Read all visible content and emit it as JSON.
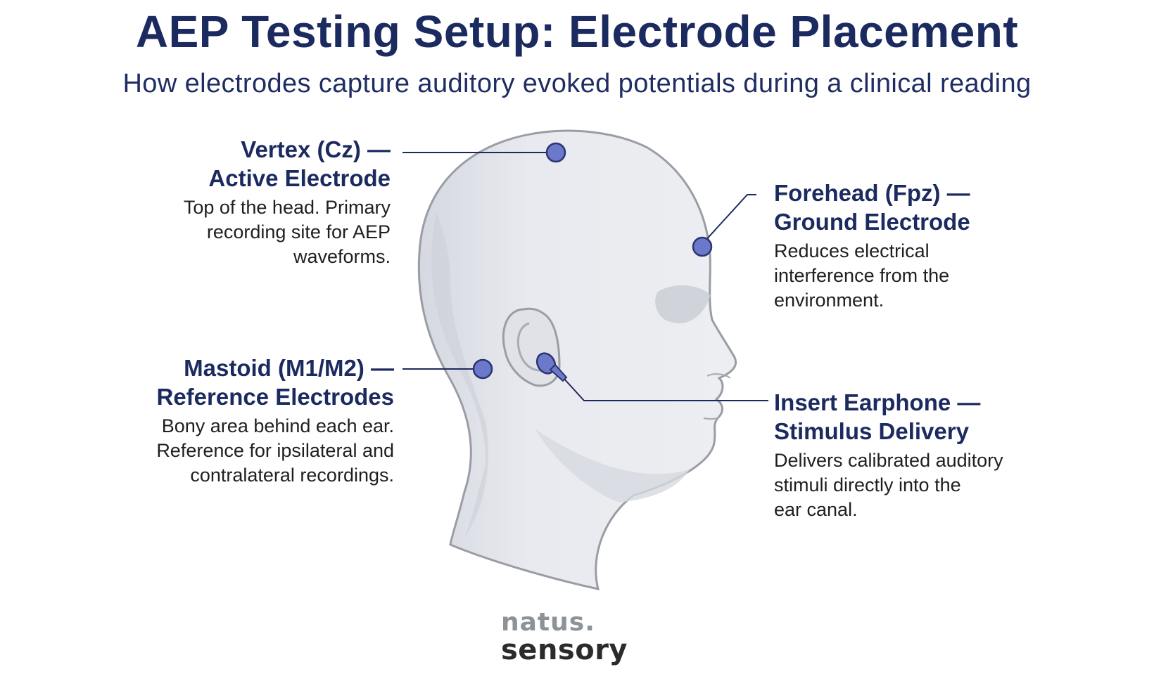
{
  "title": "AEP Testing Setup: Electrode Placement",
  "subtitle": "How electrodes capture auditory evoked potentials during a clinical reading",
  "callouts": {
    "vertex": {
      "heading_line1": "Vertex (Cz) —",
      "heading_line2": "Active Electrode",
      "desc_line1": "Top of the head. Primary",
      "desc_line2": "recording site for AEP",
      "desc_line3": "waveforms."
    },
    "forehead": {
      "heading_line1": "Forehead (Fpz) —",
      "heading_line2": "Ground Electrode",
      "desc_line1": "Reduces electrical",
      "desc_line2": "interference from the",
      "desc_line3": "environment."
    },
    "mastoid": {
      "heading_line1": "Mastoid (M1/M2) —",
      "heading_line2": "Reference Electrodes",
      "desc_line1": "Bony area behind each ear.",
      "desc_line2": "Reference for ipsilateral and",
      "desc_line3": "contralateral recordings."
    },
    "earphone": {
      "heading_line1": "Insert Earphone —",
      "heading_line2": "Stimulus Delivery",
      "desc_line1": "Delivers calibrated auditory",
      "desc_line2": "stimuli directly into the",
      "desc_line3": "ear canal."
    }
  },
  "logo": {
    "line1": "natus",
    "mark": ".",
    "line2": "sensory"
  },
  "colors": {
    "title": "#1b2a5f",
    "electrode": "#6c78c9",
    "head_fill": "#e4e6ec",
    "head_outline": "#9a9da5",
    "leader_line": "#1e2a5e"
  }
}
